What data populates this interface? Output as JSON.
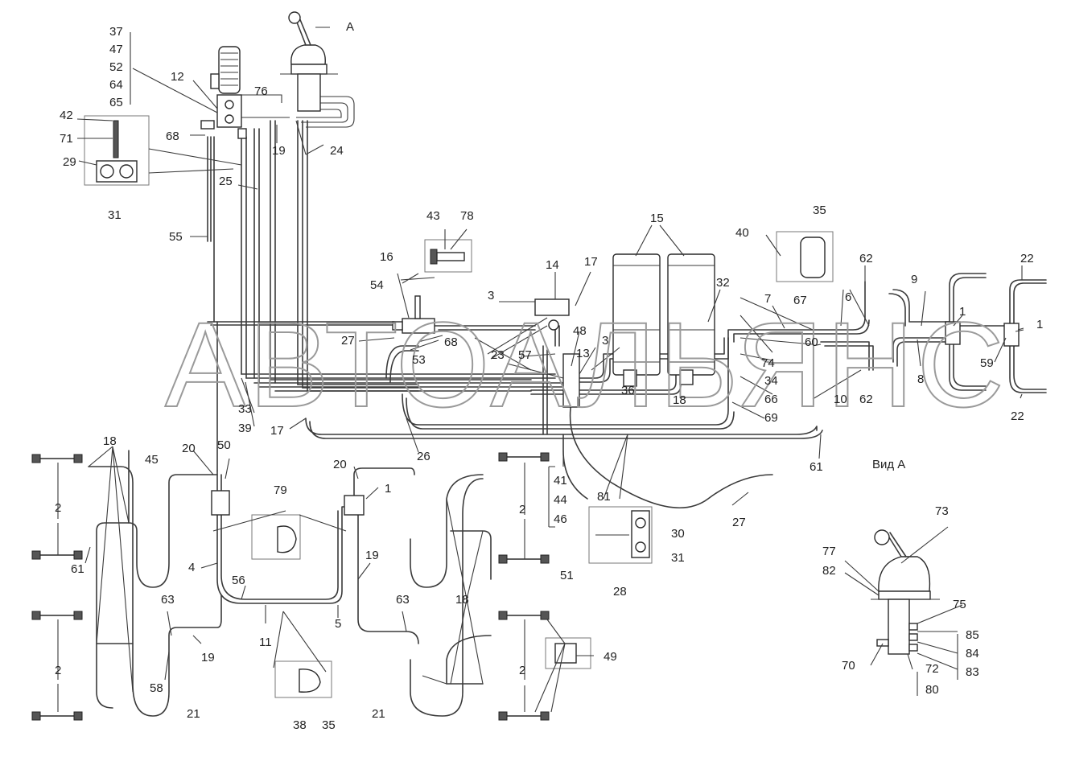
{
  "watermark": "АВТОАЛЬЯНС",
  "view_label": "Вид А",
  "view_arrow_label": "А",
  "stack_labels_left": [
    "37",
    "47",
    "52",
    "64",
    "65"
  ],
  "stack_labels_41": [
    "41",
    "44",
    "46"
  ],
  "stack_labels_view": [
    "85",
    "84",
    "83"
  ],
  "callouts": [
    {
      "id": "c12",
      "t": "12"
    },
    {
      "id": "c76",
      "t": "76"
    },
    {
      "id": "c42",
      "t": "42"
    },
    {
      "id": "c71",
      "t": "71"
    },
    {
      "id": "c68a",
      "t": "68"
    },
    {
      "id": "c29",
      "t": "29"
    },
    {
      "id": "c31a",
      "t": "31"
    },
    {
      "id": "c19a",
      "t": "19"
    },
    {
      "id": "c24",
      "t": "24"
    },
    {
      "id": "c25",
      "t": "25"
    },
    {
      "id": "c55",
      "t": "55"
    },
    {
      "id": "c43",
      "t": "43"
    },
    {
      "id": "c78",
      "t": "78"
    },
    {
      "id": "c16",
      "t": "16"
    },
    {
      "id": "c54",
      "t": "54"
    },
    {
      "id": "c3a",
      "t": "3"
    },
    {
      "id": "c14",
      "t": "14"
    },
    {
      "id": "c17a",
      "t": "17"
    },
    {
      "id": "c15",
      "t": "15"
    },
    {
      "id": "c32",
      "t": "32"
    },
    {
      "id": "c40",
      "t": "40"
    },
    {
      "id": "c35a",
      "t": "35"
    },
    {
      "id": "c62a",
      "t": "62"
    },
    {
      "id": "c9",
      "t": "9"
    },
    {
      "id": "c22a",
      "t": "22"
    },
    {
      "id": "c67",
      "t": "67"
    },
    {
      "id": "c7",
      "t": "7"
    },
    {
      "id": "c6",
      "t": "6"
    },
    {
      "id": "c1a",
      "t": "1"
    },
    {
      "id": "c1b",
      "t": "1"
    },
    {
      "id": "c27a",
      "t": "27"
    },
    {
      "id": "c68b",
      "t": "68"
    },
    {
      "id": "c53",
      "t": "53"
    },
    {
      "id": "c23",
      "t": "23"
    },
    {
      "id": "c57",
      "t": "57"
    },
    {
      "id": "c48",
      "t": "48"
    },
    {
      "id": "c13",
      "t": "13"
    },
    {
      "id": "c3b",
      "t": "3"
    },
    {
      "id": "c74",
      "t": "74"
    },
    {
      "id": "c60",
      "t": "60"
    },
    {
      "id": "c34",
      "t": "34"
    },
    {
      "id": "c59",
      "t": "59"
    },
    {
      "id": "c8",
      "t": "8"
    },
    {
      "id": "c36",
      "t": "36"
    },
    {
      "id": "c18a",
      "t": "18"
    },
    {
      "id": "c66",
      "t": "66"
    },
    {
      "id": "c10",
      "t": "10"
    },
    {
      "id": "c62b",
      "t": "62"
    },
    {
      "id": "c69",
      "t": "69"
    },
    {
      "id": "c22b",
      "t": "22"
    },
    {
      "id": "c33",
      "t": "33"
    },
    {
      "id": "c39",
      "t": "39"
    },
    {
      "id": "c17b",
      "t": "17"
    },
    {
      "id": "c26",
      "t": "26"
    },
    {
      "id": "c61a",
      "t": "61"
    },
    {
      "id": "c18b",
      "t": "18"
    },
    {
      "id": "c20a",
      "t": "20"
    },
    {
      "id": "c45",
      "t": "45"
    },
    {
      "id": "c50",
      "t": "50"
    },
    {
      "id": "c20b",
      "t": "20"
    },
    {
      "id": "c1c",
      "t": "1"
    },
    {
      "id": "c2a",
      "t": "2"
    },
    {
      "id": "c79",
      "t": "79"
    },
    {
      "id": "c81",
      "t": "81"
    },
    {
      "id": "c27b",
      "t": "27"
    },
    {
      "id": "c2b",
      "t": "2"
    },
    {
      "id": "c30",
      "t": "30"
    },
    {
      "id": "c73",
      "t": "73"
    },
    {
      "id": "c77",
      "t": "77"
    },
    {
      "id": "c82",
      "t": "82"
    },
    {
      "id": "c2c",
      "t": "2"
    },
    {
      "id": "c61b",
      "t": "61"
    },
    {
      "id": "c4",
      "t": "4"
    },
    {
      "id": "c56",
      "t": "56"
    },
    {
      "id": "c19b",
      "t": "19"
    },
    {
      "id": "c51",
      "t": "51"
    },
    {
      "id": "c31b",
      "t": "31"
    },
    {
      "id": "c28",
      "t": "28"
    },
    {
      "id": "c63a",
      "t": "63"
    },
    {
      "id": "c63b",
      "t": "63"
    },
    {
      "id": "c18c",
      "t": "18"
    },
    {
      "id": "c75",
      "t": "75"
    },
    {
      "id": "c11",
      "t": "11"
    },
    {
      "id": "c5",
      "t": "5"
    },
    {
      "id": "c19c",
      "t": "19"
    },
    {
      "id": "c2d",
      "t": "2"
    },
    {
      "id": "c49",
      "t": "49"
    },
    {
      "id": "c70",
      "t": "70"
    },
    {
      "id": "c72",
      "t": "72"
    },
    {
      "id": "c80",
      "t": "80"
    },
    {
      "id": "c58",
      "t": "58"
    },
    {
      "id": "c2e",
      "t": "2"
    },
    {
      "id": "c21a",
      "t": "21"
    },
    {
      "id": "c38",
      "t": "38"
    },
    {
      "id": "c35b",
      "t": "35"
    },
    {
      "id": "c21b",
      "t": "21"
    }
  ]
}
